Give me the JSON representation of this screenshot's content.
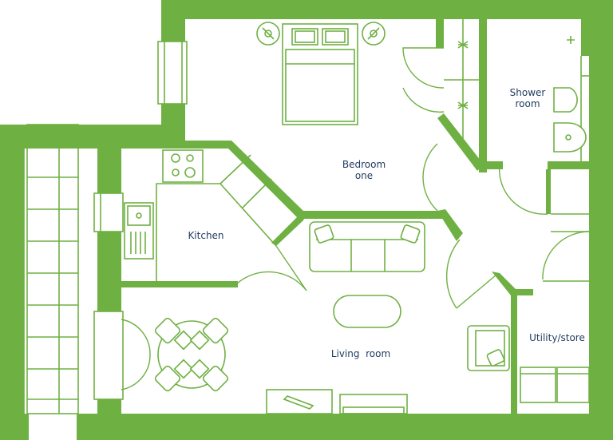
{
  "rooms": {
    "bedroom_line1": "Bedroom",
    "bedroom_line2": "one",
    "shower_line1": "Shower",
    "shower_line2": "room",
    "kitchen": "Kitchen",
    "living": "Living  room",
    "utility": "Utility/store"
  },
  "colors": {
    "wall": "#6fb043",
    "label": "#1e3a5f",
    "background": "#ffffff"
  }
}
